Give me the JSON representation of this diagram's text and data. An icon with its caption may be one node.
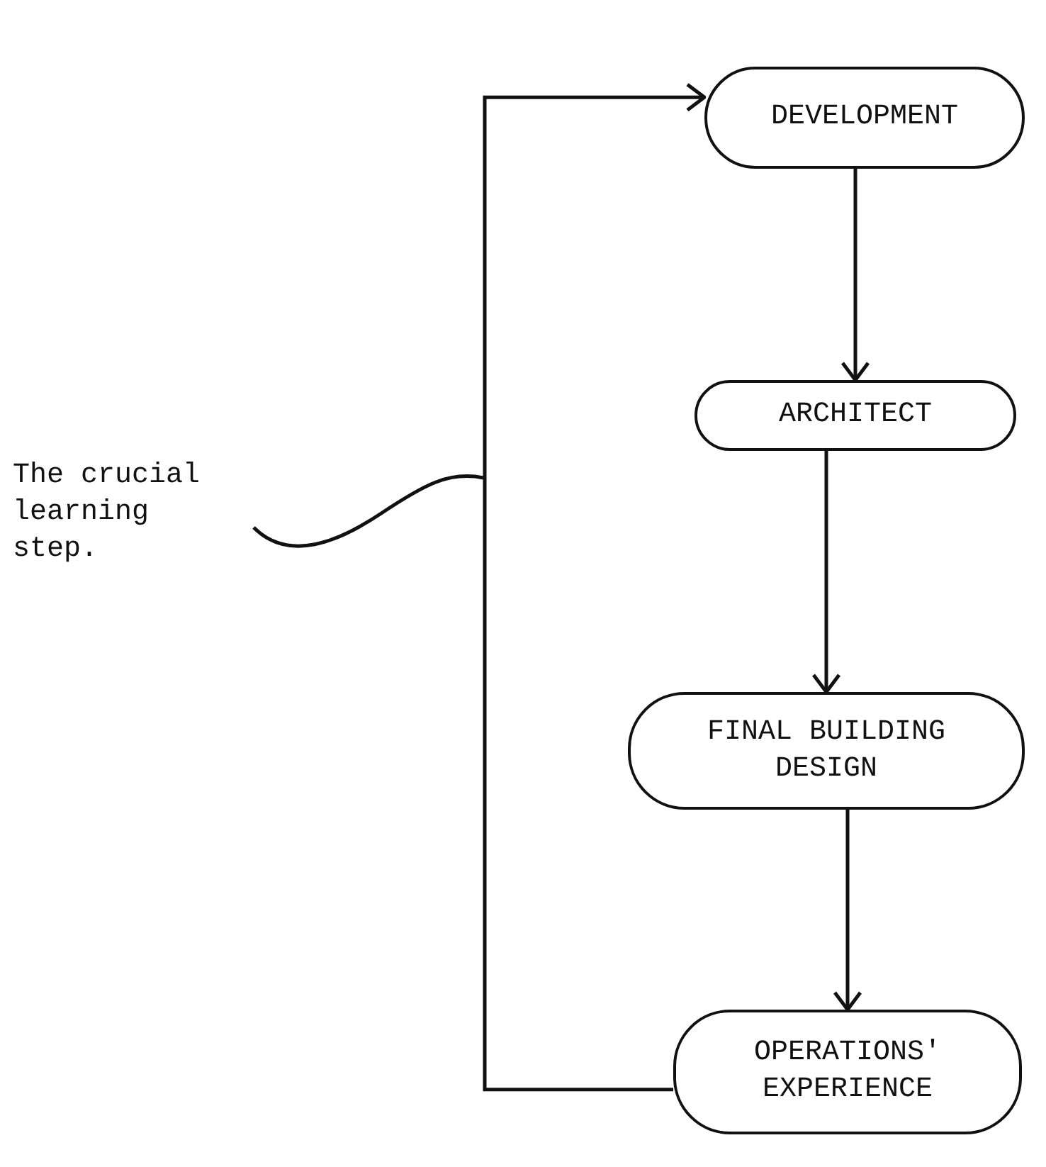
{
  "diagram": {
    "nodes": [
      {
        "text": [
          "DEVELOPMENT"
        ]
      },
      {
        "text": [
          "ARCHITECT"
        ]
      },
      {
        "text": [
          "FINAL BUILDING DESIGN"
        ]
      },
      {
        "text": [
          "OPERATIONS' EXPERIENCE"
        ]
      },
      {
        "text": [
          "The crucial learning step."
        ]
      }
    ],
    "edges": [
      {
        "from": 0,
        "to": 1,
        "arrow": "to"
      },
      {
        "from": 1,
        "to": 2,
        "arrow": "to"
      },
      {
        "from": 2,
        "to": 3,
        "arrow": "to"
      },
      {
        "from": 3,
        "to": 0,
        "arrow": "to"
      },
      {
        "from": 4,
        "to": null,
        "arrow": "none"
      }
    ]
  }
}
